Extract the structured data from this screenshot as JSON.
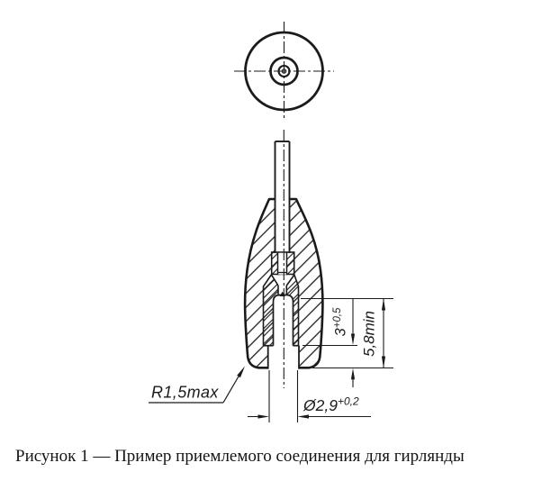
{
  "caption": "Рисунок 1 — Пример приемлемого соединения для гирлянды",
  "dimensions": {
    "corner_radius_label": "R1,5max",
    "hole_diameter_value": "Ø2,9",
    "hole_diameter_tolerance": "+0,2",
    "entry_depth_value": "3",
    "entry_depth_tolerance": "+0,5",
    "min_depth_label": "5,8min"
  },
  "colors": {
    "ink": "#1b1b1b",
    "paper": "#ffffff"
  }
}
